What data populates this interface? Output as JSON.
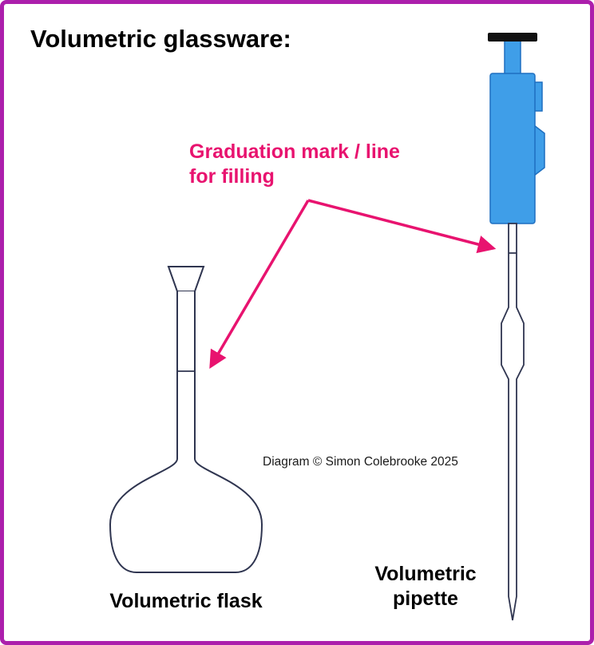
{
  "title": "Volumetric glassware:",
  "annotation": {
    "line1": "Graduation mark / line",
    "line2": "for filling"
  },
  "labels": {
    "flask": "Volumetric flask",
    "pipette_line1": "Volumetric",
    "pipette_line2": "pipette"
  },
  "credit": "Diagram © Simon Colebrooke 2025",
  "colors": {
    "border": "#ac1fac",
    "annotation_pink": "#e8136f",
    "glass_outline": "#2f3550",
    "pipettor_blue": "#3f9ee8",
    "pipettor_blue_dark": "#1f6fc0",
    "cap_black": "#111111",
    "background": "#ffffff"
  }
}
